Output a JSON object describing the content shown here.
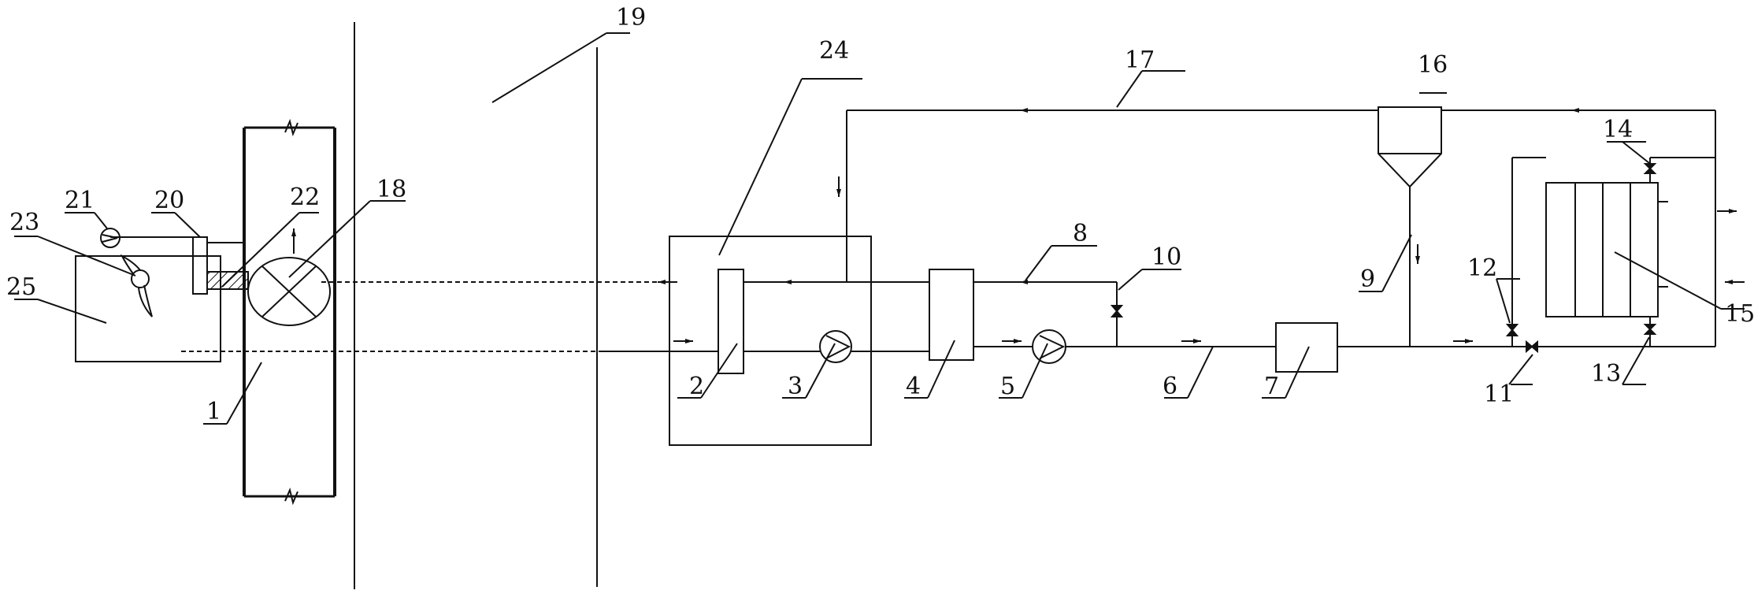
{
  "colors": {
    "line": "#111111",
    "background": "#ffffff"
  },
  "labels": {
    "l1": "1",
    "l2": "2",
    "l3": "3",
    "l4": "4",
    "l5": "5",
    "l6": "6",
    "l7": "7",
    "l8": "8",
    "l9": "9",
    "l10": "10",
    "l11": "11",
    "l12": "12",
    "l13": "13",
    "l14": "14",
    "l15": "15",
    "l16": "16",
    "l17": "17",
    "l18": "18",
    "l19": "19",
    "l20": "20",
    "l21": "21",
    "l22": "22",
    "l23": "23",
    "l24": "24",
    "l25": "25"
  }
}
